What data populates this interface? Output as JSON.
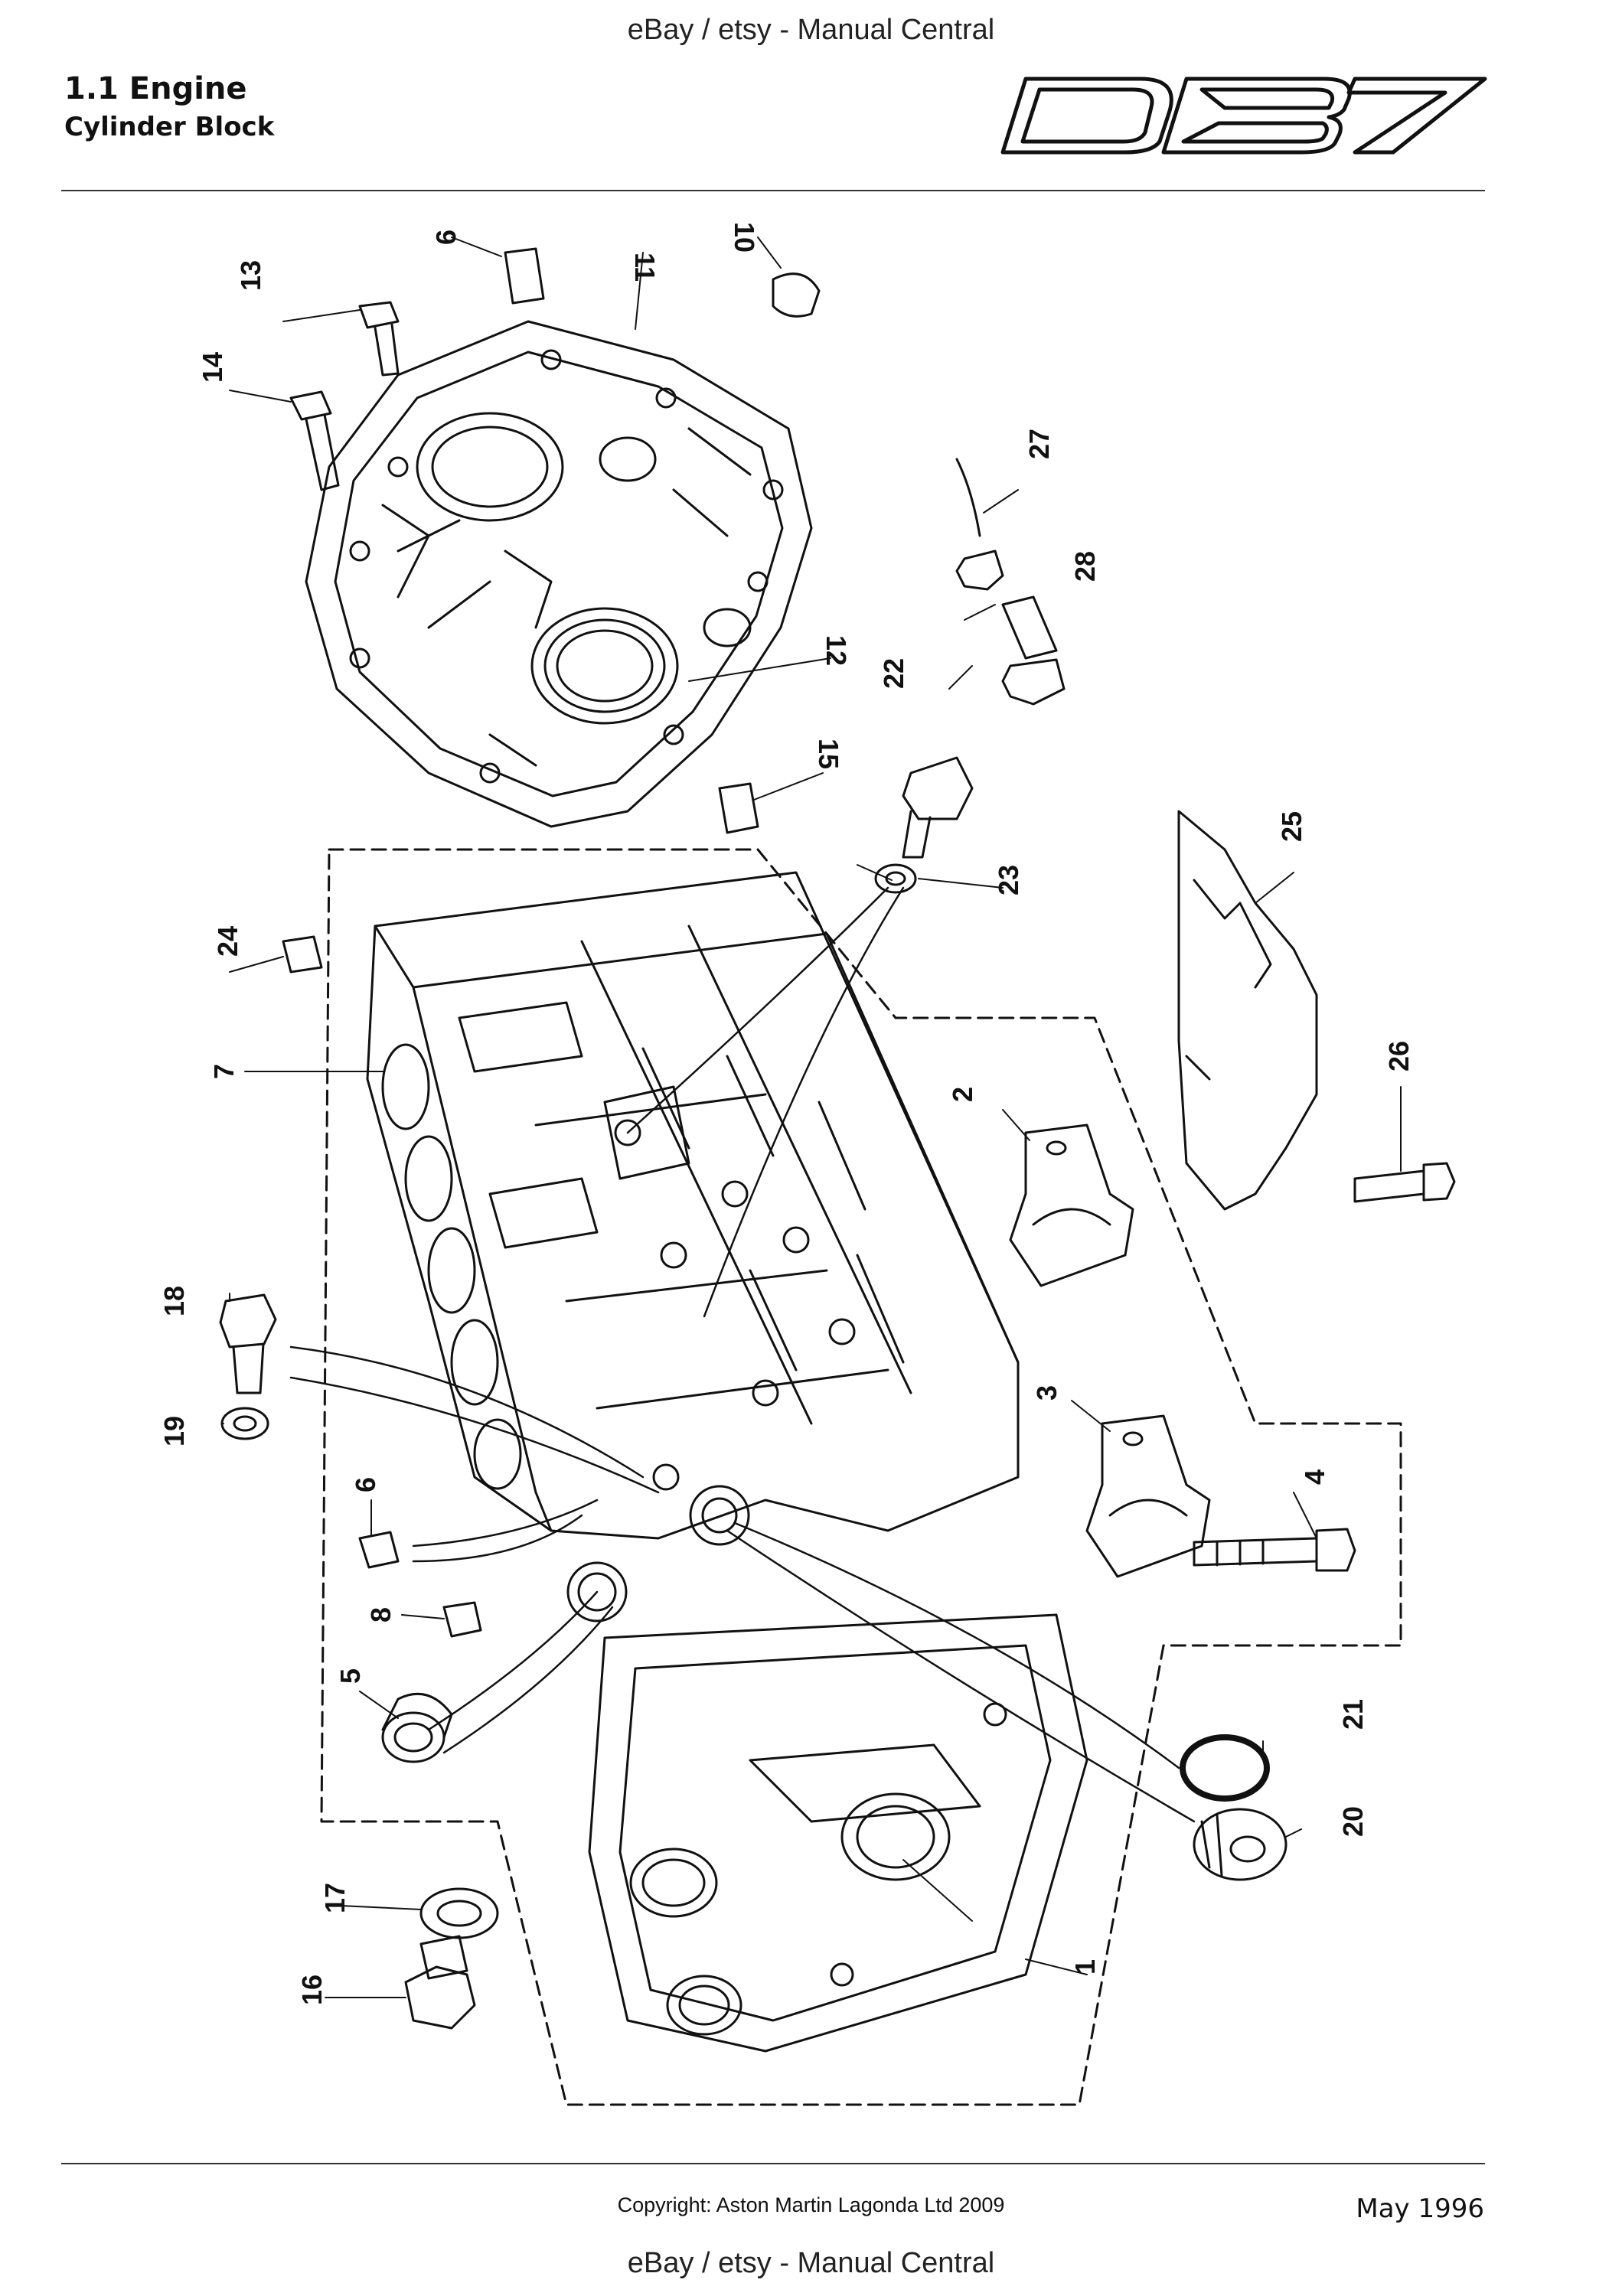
{
  "header": {
    "watermark": "eBay / etsy - Manual Central",
    "section_title": "1.1 Engine",
    "section_subtitle": "Cylinder Block",
    "logo_text": "DB7"
  },
  "diagram": {
    "callouts": [
      "1",
      "2",
      "3",
      "4",
      "5",
      "6",
      "7",
      "8",
      "9",
      "10",
      "11",
      "12",
      "13",
      "14",
      "15",
      "16",
      "17",
      "18",
      "19",
      "20",
      "21",
      "22",
      "23",
      "24",
      "25",
      "26",
      "27",
      "28"
    ]
  },
  "footer": {
    "copyright": "Copyright: Aston Martin Lagonda Ltd 2009",
    "date": "May 1996",
    "watermark": "eBay / etsy - Manual Central"
  }
}
